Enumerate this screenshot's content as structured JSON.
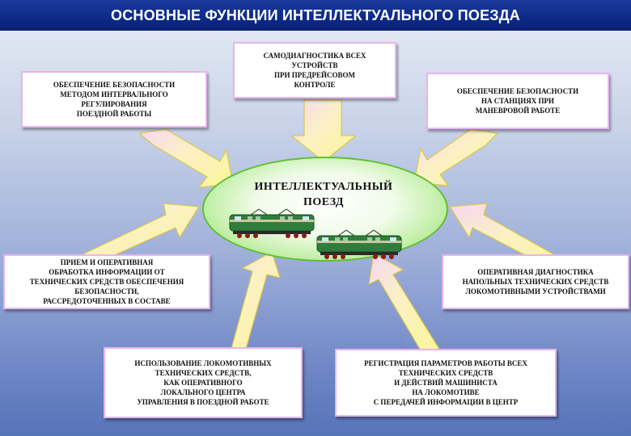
{
  "title": "ОСНОВНЫЕ ФУНКЦИИ ИНТЕЛЛЕКТУАЛЬНОГО ПОЕЗДА",
  "center": {
    "label": "ИНТЕЛЛЕКТУАЛЬНЫЙ\nПОЕЗД"
  },
  "boxes": {
    "top_left": "ОБЕСПЕЧЕНИЕ БЕЗОПАСНОСТИ\nМЕТОДОМ ИНТЕРВАЛЬНОГО\nРЕГУЛИРОВАНИЯ\nПОЕЗДНОЙ РАБОТЫ",
    "top_center": "САМОДИАГНОСТИКА ВСЕХ\nУСТРОЙСТВ\nПРИ ПРЕДРЕЙСОВОМ\nКОНТРОЛЕ",
    "top_right": "ОБЕСПЕЧЕНИЕ БЕЗОПАСНОСТИ\nНА СТАНЦИЯХ ПРИ\nМАНЕВРОВОЙ РАБОТЕ",
    "middle_left": "ПРИЕМ И ОПЕРАТИВНАЯ\nОБРАБОТКА ИНФОРМАЦИИ ОТ\nТЕХНИЧЕСКИХ СРЕДСТВ ОБЕСПЕЧЕНИЯ\nБЕЗОПАСНОСТИ,\nРАССРЕДОТОЧЕННЫХ В СОСТАВЕ",
    "middle_right": "ОПЕРАТИВНАЯ ДИАГНОСТИКА\nНАПОЛЬНЫХ ТЕХНИЧЕСКИХ СРЕДСТВ\nЛОКОМОТИВНЫМИ УСТРОЙСТВАМИ",
    "bottom_left": "ИСПОЛЬЗОВАНИЕ ЛОКОМОТИВНЫХ\nТЕХНИЧЕСКИХ СРЕДСТВ,\nКАК ОПЕРАТИВНОГО\nЛОКАЛЬНОГО ЦЕНТРА\nУПРАВЛЕНИЯ В ПОЕЗДНОЙ РАБОТЕ",
    "bottom_right": "РЕГИСТРАЦИЯ ПАРАМЕТРОВ РАБОТЫ ВСЕХ\nТЕХНИЧЕСКИХ СРЕДСТВ\nИ ДЕЙСТВИЙ МАШИНИСТА\nНА ЛОКОМОТИВЕ\nС ПЕРЕДАЧЕЙ ИНФОРМАЦИИ В ЦЕНТР"
  },
  "colors": {
    "title_bar": "#0e2a86",
    "arrow_fill": "#fbf3a0",
    "arrow_stroke": "#d9c84a",
    "box_border": "#e7b4ee",
    "ellipse_border": "#5fbf34",
    "train_body": "#2f7d3a"
  }
}
